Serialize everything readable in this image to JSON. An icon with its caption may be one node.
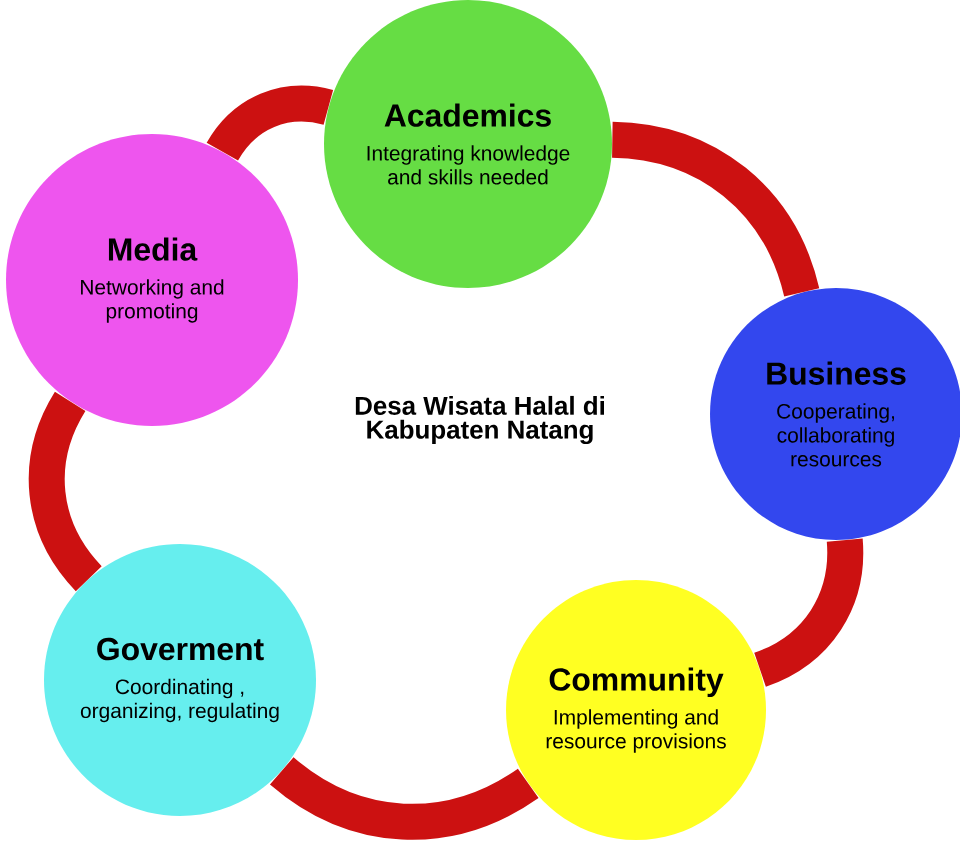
{
  "diagram": {
    "nodes": [
      {
        "text": [
          "Academics",
          "Integrating knowledge and skills needed"
        ]
      },
      {
        "text": [
          "Business",
          "Cooperating, collaborating resources"
        ]
      },
      {
        "text": [
          "Community",
          "Implementing and resource provisions"
        ]
      },
      {
        "text": [
          "Goverment",
          "Coordinating , organizing, regulating"
        ]
      },
      {
        "text": [
          "Media",
          "Networking and promoting"
        ]
      },
      {
        "text": [
          "Desa Wisata Halal di Kabupaten Natang"
        ]
      }
    ],
    "edges": [
      {
        "from": 0,
        "to": 1,
        "arrow": "none"
      },
      {
        "from": 1,
        "to": 2,
        "arrow": "none"
      },
      {
        "from": 2,
        "to": 3,
        "arrow": "none"
      },
      {
        "from": 3,
        "to": 4,
        "arrow": "none"
      },
      {
        "from": 4,
        "to": 0,
        "arrow": "none"
      }
    ]
  }
}
